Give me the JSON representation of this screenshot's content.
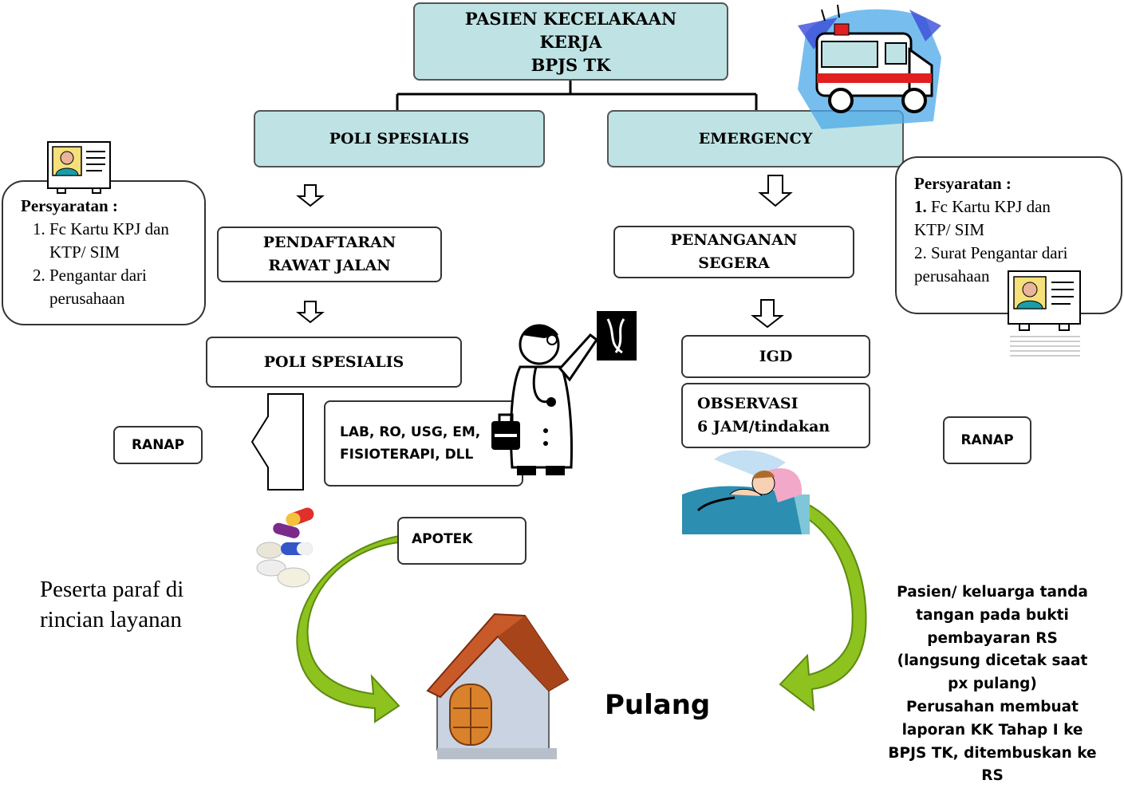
{
  "top_box": {
    "lines": [
      "PASIEN  KECELAKAAN",
      "KERJA",
      "BPJS TK"
    ]
  },
  "left_branch": {
    "header": "POLI SPESIALIS",
    "step1": [
      "PENDAFTARAN",
      "RAWAT   JALAN"
    ],
    "step2": "POLI SPESIALIS",
    "support": [
      "LAB, RO, USG, EM,",
      "FISIOTERAPI, DLL"
    ],
    "ranap": "RANAP",
    "apotek": "APOTEK"
  },
  "right_branch": {
    "header": "EMERGENCY",
    "step1": [
      "PENANGANAN",
      "SEGERA"
    ],
    "step2": "IGD",
    "observation": [
      "OBSERVASI",
      "6 JAM/tindakan"
    ],
    "ranap": "RANAP"
  },
  "req_left": {
    "title": "Persyaratan :",
    "items": [
      "Fc  Kartu KPJ dan KTP/ SIM",
      "Pengantar dari perusahaan"
    ]
  },
  "req_right": {
    "title": "Persyaratan :",
    "line1_num": "1.",
    "line1": " Fc  Kartu KPJ dan",
    "line2": "KTP/ SIM",
    "line3": "2. Surat Pengantar dari",
    "line4": "perusahaan"
  },
  "note_left": [
    "Peserta paraf di",
    "rincian layanan"
  ],
  "home_label": "Pulang",
  "note_right": [
    "Pasien/ keluarga tanda",
    "tangan pada bukti",
    "pembayaran RS",
    "(langsung dicetak saat",
    "px pulang)",
    "Perusahan membuat",
    "laporan KK Tahap I ke",
    "BPJS TK,   ditembuskan ke",
    "RS"
  ],
  "colors": {
    "box_fill": "#bfe3e4",
    "curve_arrow": "#8dc21f",
    "stroke": "#333333"
  },
  "icons": [
    "id-card-icon",
    "ambulance-icon",
    "doctor-xray-icon",
    "pills-icon",
    "patient-bed-icon",
    "house-icon"
  ]
}
